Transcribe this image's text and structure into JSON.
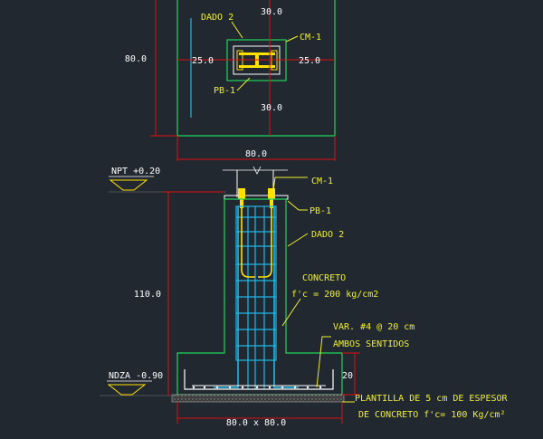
{
  "drawing": {
    "background": "#212830",
    "colors": {
      "outline": "#1fd65a",
      "dimension": "#e01010",
      "dimension_text": "#ffffff",
      "label": "#f0f02a",
      "rebar": "#1fb7e6",
      "stirrup": "#ffe100",
      "grid_marker": "#1fb7e6",
      "plantilla": "#8c8c8c"
    },
    "plan": {
      "labels": {
        "dado": "DADO 2",
        "cm": "CM-1",
        "pb": "PB-1"
      },
      "dims": {
        "left_height": "80.0",
        "dado_left": "25.0",
        "dado_right": "25.0",
        "top": "30.0",
        "bottom": "30.0",
        "width": "80.0"
      }
    },
    "section": {
      "levels": {
        "npt": "NPT +0.20",
        "ndza": "NDZA -0.90"
      },
      "dims": {
        "height": "110.0",
        "footing_thickness": "20",
        "footing_size": "80.0 x 80.0"
      },
      "callouts": {
        "cm": "CM-1",
        "pb": "PB-1",
        "dado": "DADO 2",
        "concreto_title": "CONCRETO",
        "concreto_spec": "f'c = 200 kg/cm2",
        "var_line1": "VAR. #4 @ 20 cm",
        "var_line2": "AMBOS SENTIDOS",
        "plantilla_line1": "PLANTILLA DE 5 cm DE ESPESOR",
        "plantilla_line2": "DE CONCRETO f'c= 100 Kg/cm²"
      }
    }
  }
}
